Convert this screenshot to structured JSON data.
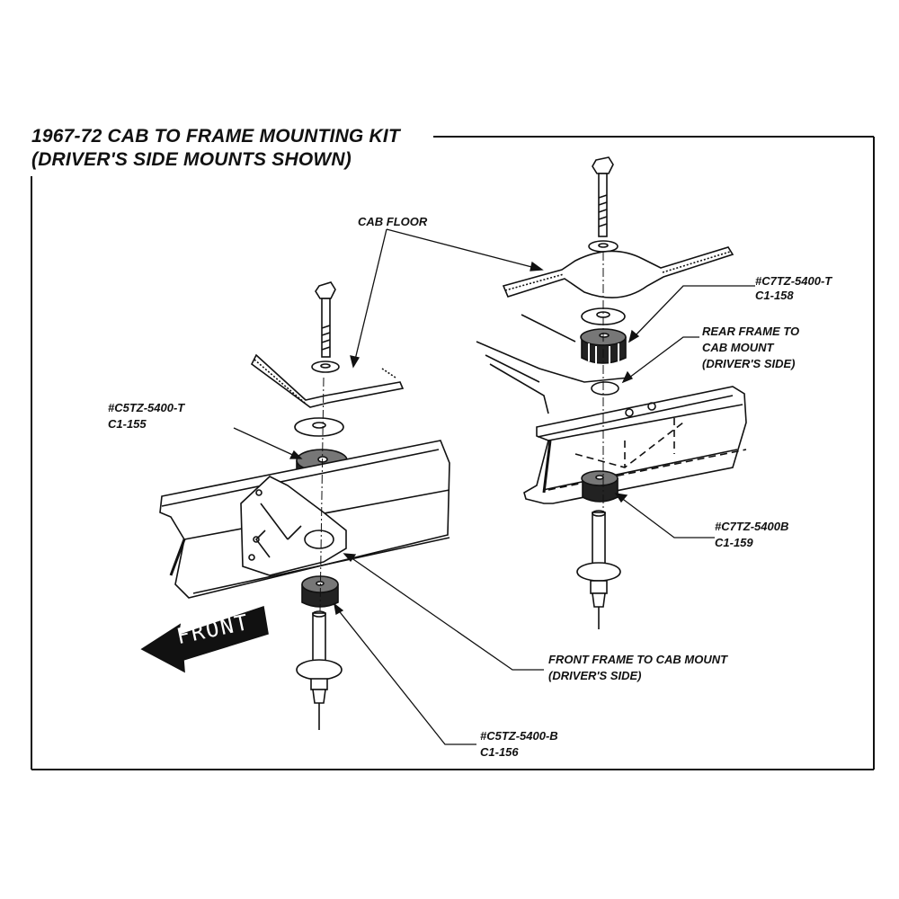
{
  "title": {
    "line1": "1967-72 CAB TO FRAME MOUNTING KIT",
    "line2": "(DRIVER'S SIDE MOUNTS SHOWN)"
  },
  "labels": {
    "cab_floor": "CAB FLOOR",
    "c7tz_t": {
      "part": "#C7TZ-5400-T",
      "code": "C1-158"
    },
    "rear_mount": {
      "line1": "REAR FRAME TO",
      "line2": "CAB MOUNT",
      "line3": "(DRIVER'S SIDE)"
    },
    "c5tz_t": {
      "part": "#C5TZ-5400-T",
      "code": "C1-155"
    },
    "c7tz_b": {
      "part": "#C7TZ-5400B",
      "code": "C1-159"
    },
    "front_mount": {
      "line1": "FRONT FRAME TO CAB MOUNT",
      "line2": "(DRIVER'S SIDE)"
    },
    "c5tz_b": {
      "part": "#C5TZ-5400-B",
      "code": "C1-156"
    },
    "front_arrow": "FRONT"
  }
}
